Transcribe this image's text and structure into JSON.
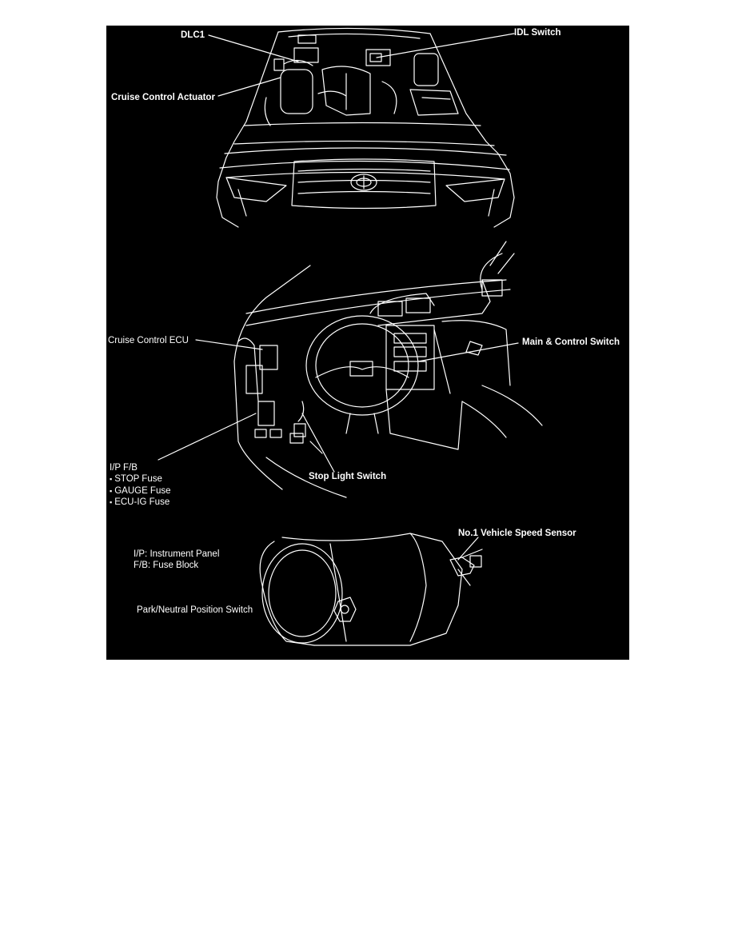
{
  "diagram": {
    "background_color": "#000000",
    "line_color": "#ffffff",
    "labels": {
      "dlc1": "DLC1",
      "idl_switch": "IDL Switch",
      "cruise_control_actuator": "Cruise Control Actuator",
      "cruise_control_ecu": "Cruise Control ECU",
      "main_control_switch": "Main & Control Switch",
      "ip_fb": "I/P F/B",
      "stop_light_switch": "Stop Light Switch",
      "no1_vehicle_speed_sensor": "No.1 Vehicle Speed Sensor",
      "park_neutral_position_switch": "Park/Neutral Position Switch"
    },
    "fuses": [
      "STOP Fuse",
      "GAUGE Fuse",
      "ECU-IG Fuse"
    ],
    "legend": {
      "ip": "I/P: Instrument Panel",
      "fb": "F/B: Fuse Block"
    }
  }
}
